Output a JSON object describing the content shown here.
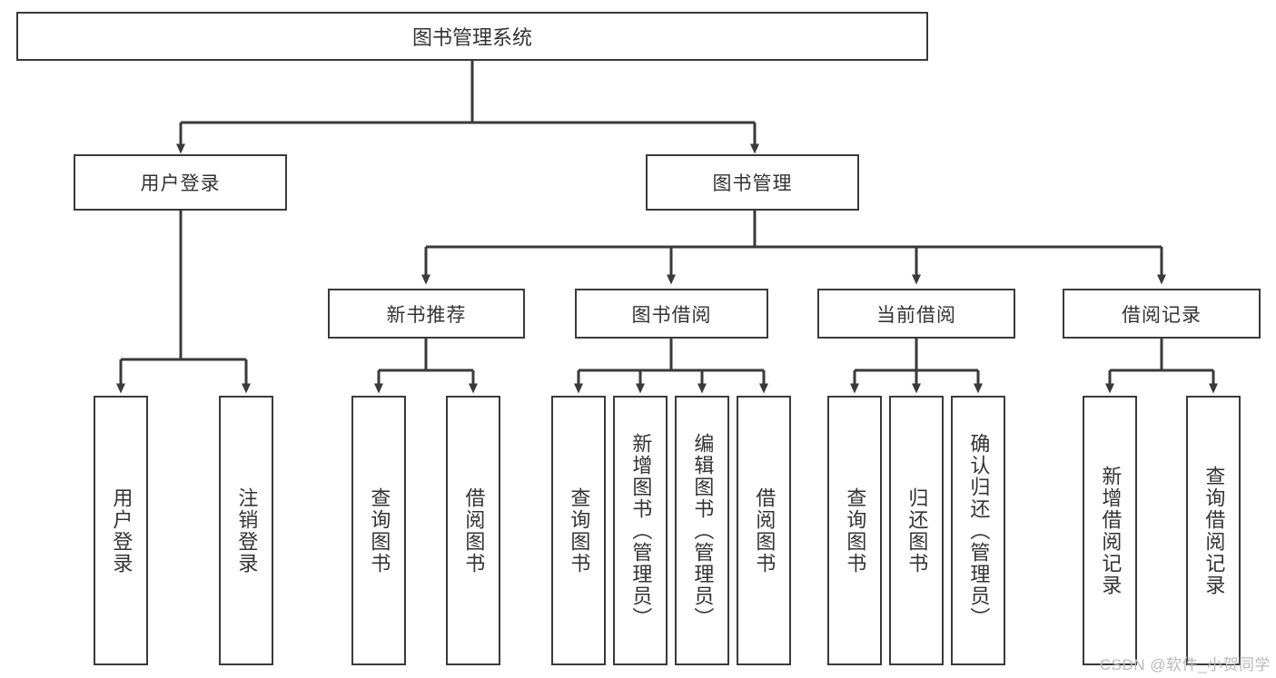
{
  "diagram": {
    "title": "图书管理系统",
    "type": "tree",
    "root": {
      "label": "图书管理系统"
    },
    "level2": [
      {
        "label": "用户登录"
      },
      {
        "label": "图书管理"
      }
    ],
    "level3": [
      {
        "label": "新书推荐"
      },
      {
        "label": "图书借阅"
      },
      {
        "label": "当前借阅"
      },
      {
        "label": "借阅记录"
      }
    ],
    "leaves": [
      {
        "label": "用户登录",
        "parent": "用户登录"
      },
      {
        "label": "注销登录",
        "parent": "用户登录"
      },
      {
        "label": "查询图书",
        "parent": "新书推荐"
      },
      {
        "label": "借阅图书",
        "parent": "新书推荐"
      },
      {
        "label": "查询图书",
        "parent": "图书借阅"
      },
      {
        "label": "新增图书（管理员）",
        "parent": "图书借阅"
      },
      {
        "label": "编辑图书（管理员）",
        "parent": "图书借阅"
      },
      {
        "label": "借阅图书",
        "parent": "图书借阅"
      },
      {
        "label": "查询图书",
        "parent": "当前借阅"
      },
      {
        "label": "归还图书",
        "parent": "当前借阅"
      },
      {
        "label": "确认归还（管理员）",
        "parent": "当前借阅"
      },
      {
        "label": "新增借阅记录",
        "parent": "借阅记录"
      },
      {
        "label": "查询借阅记录",
        "parent": "借阅记录"
      }
    ]
  },
  "watermark": {
    "text": "CSDN @软件_小贺同学"
  },
  "colors": {
    "stroke": "#3a3a3a",
    "text": "#333333",
    "background": "#ffffff",
    "watermark": "#b9b9b9"
  }
}
